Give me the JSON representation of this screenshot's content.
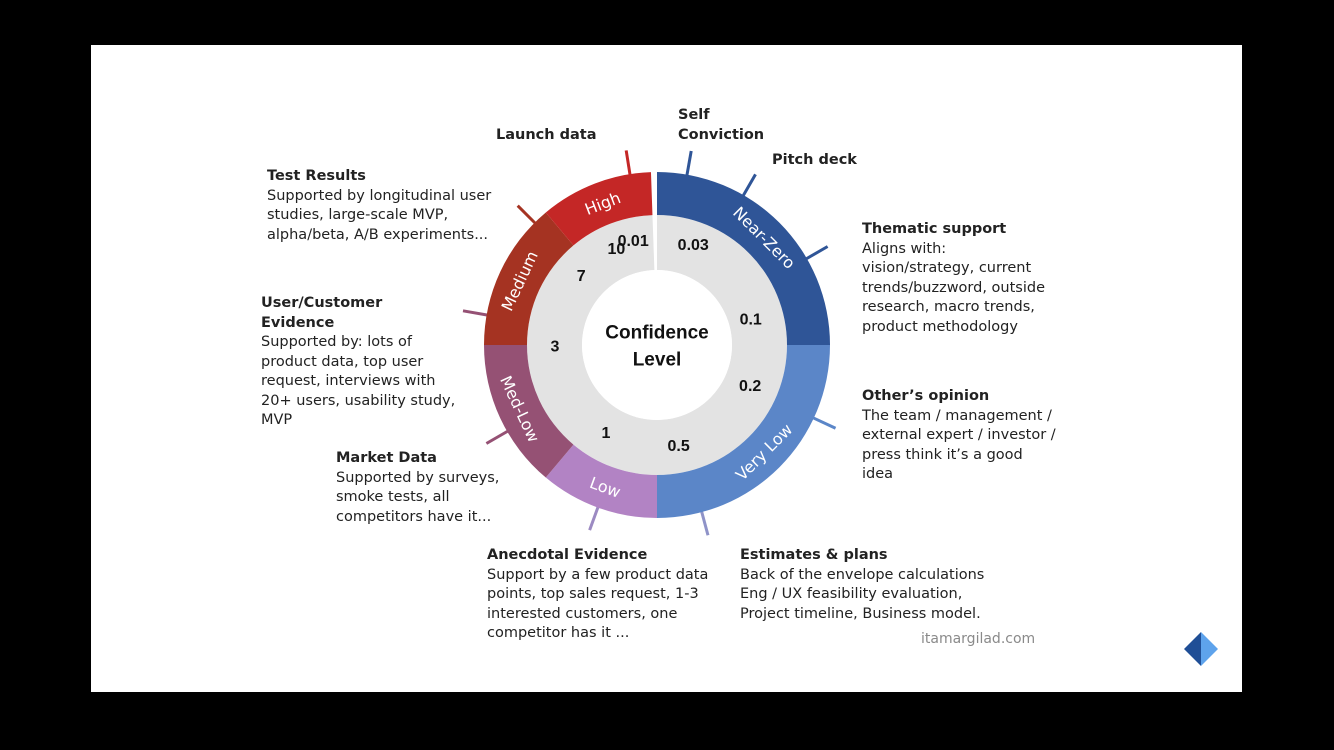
{
  "center": {
    "line1": "Confidence",
    "line2": "Level"
  },
  "bands": [
    {
      "label": "Near-Zero",
      "color": "#2f5597"
    },
    {
      "label": "Very Low",
      "color": "#5b86c8"
    },
    {
      "label": "Low",
      "color": "#b283c4"
    },
    {
      "label": "Med-Low",
      "color": "#955174"
    },
    {
      "label": "Medium",
      "color": "#a53322"
    },
    {
      "label": "High",
      "color": "#c42726"
    }
  ],
  "scores": [
    "0.01",
    "0.03",
    "0.1",
    "0.2",
    "0.5",
    "1",
    "3",
    "7",
    "10"
  ],
  "annotations": [
    {
      "title": "Self Conviction",
      "text": ""
    },
    {
      "title": "Pitch deck",
      "text": ""
    },
    {
      "title": "Thematic support",
      "text": "Aligns with: vision/strategy, current trends/buzzword, outside research, macro trends, product methodology"
    },
    {
      "title": "Other’s opinion",
      "text": "The team / management / external expert /  investor / press think it’s a good idea"
    },
    {
      "title": "Estimates & plans",
      "text": "Back of the envelope calculations Eng / UX feasibility evaluation, Project timeline, Business model."
    },
    {
      "title": "Anecdotal Evidence",
      "text": "Support by a few product data points, top sales request, 1-3 interested customers, one competitor has it ..."
    },
    {
      "title": "Market Data",
      "text": "Supported by surveys, smoke tests, all competitors have it..."
    },
    {
      "title": "User/Customer Evidence",
      "text": "Supported by: lots of product data, top user request, interviews with 20+ users, usability study, MVP"
    },
    {
      "title": "Test Results",
      "text": "Supported by longitudinal user studies, large-scale MVP, alpha/beta, A/B experiments..."
    },
    {
      "title": "Launch data",
      "text": ""
    }
  ],
  "brand": "itamargilad.com",
  "logo_icon": "diamond-logo-icon"
}
